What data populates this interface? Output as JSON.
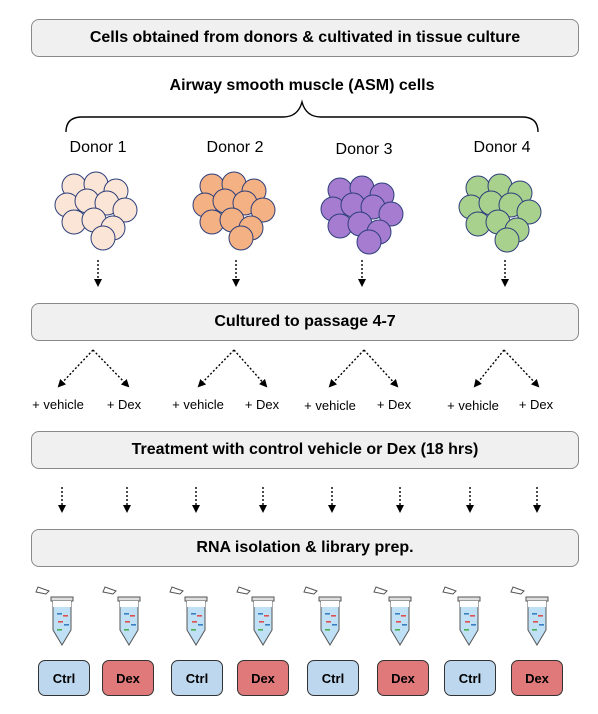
{
  "steps": {
    "step1": "Cells obtained from donors & cultivated in tissue culture",
    "step2": "Cultured to passage 4-7",
    "step3": "Treatment with control vehicle or Dex (18 hrs)",
    "step4": "RNA isolation & library prep."
  },
  "cell_type": "Airway smooth muscle (ASM) cells",
  "donors": [
    {
      "label": "Donor 1",
      "color": "#fbe5d6"
    },
    {
      "label": "Donor 2",
      "color": "#f4b183"
    },
    {
      "label": "Donor 3",
      "color": "#a57cd0"
    },
    {
      "label": "Donor 4",
      "color": "#a9d18e"
    }
  ],
  "treatments": [
    "+ vehicle",
    "+ Dex"
  ],
  "samples": [
    {
      "label": "Ctrl",
      "color": "#bdd7ee"
    },
    {
      "label": "Dex",
      "color": "#e07a7a"
    },
    {
      "label": "Ctrl",
      "color": "#bdd7ee"
    },
    {
      "label": "Dex",
      "color": "#e07a7a"
    },
    {
      "label": "Ctrl",
      "color": "#bdd7ee"
    },
    {
      "label": "Dex",
      "color": "#e07a7a"
    },
    {
      "label": "Ctrl",
      "color": "#bdd7ee"
    },
    {
      "label": "Dex",
      "color": "#e07a7a"
    }
  ],
  "colors": {
    "box_fill": "#f0f0f0",
    "box_border": "#8a8a8a",
    "tube_liquid": "#bfe0f5"
  }
}
